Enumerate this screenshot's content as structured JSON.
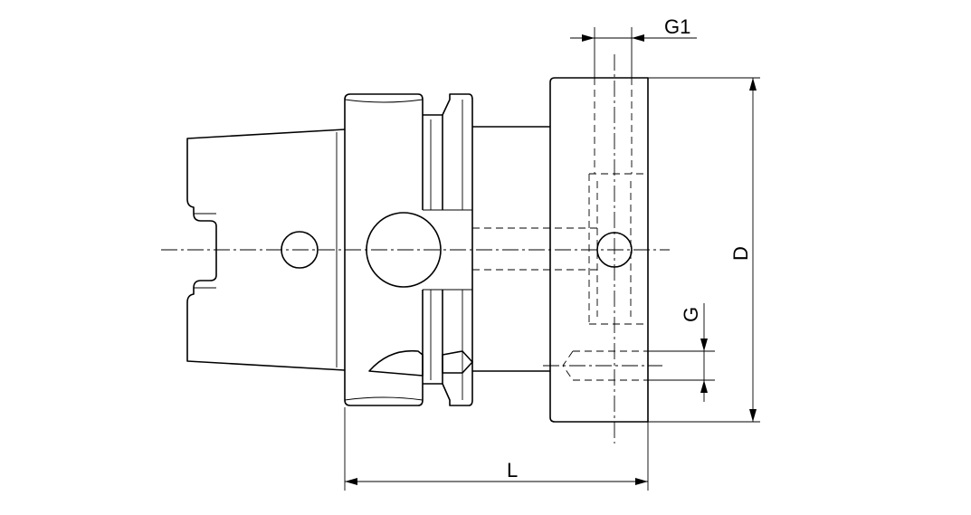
{
  "labels": {
    "g1": "G1",
    "d": "D",
    "g": "G",
    "l": "L"
  }
}
